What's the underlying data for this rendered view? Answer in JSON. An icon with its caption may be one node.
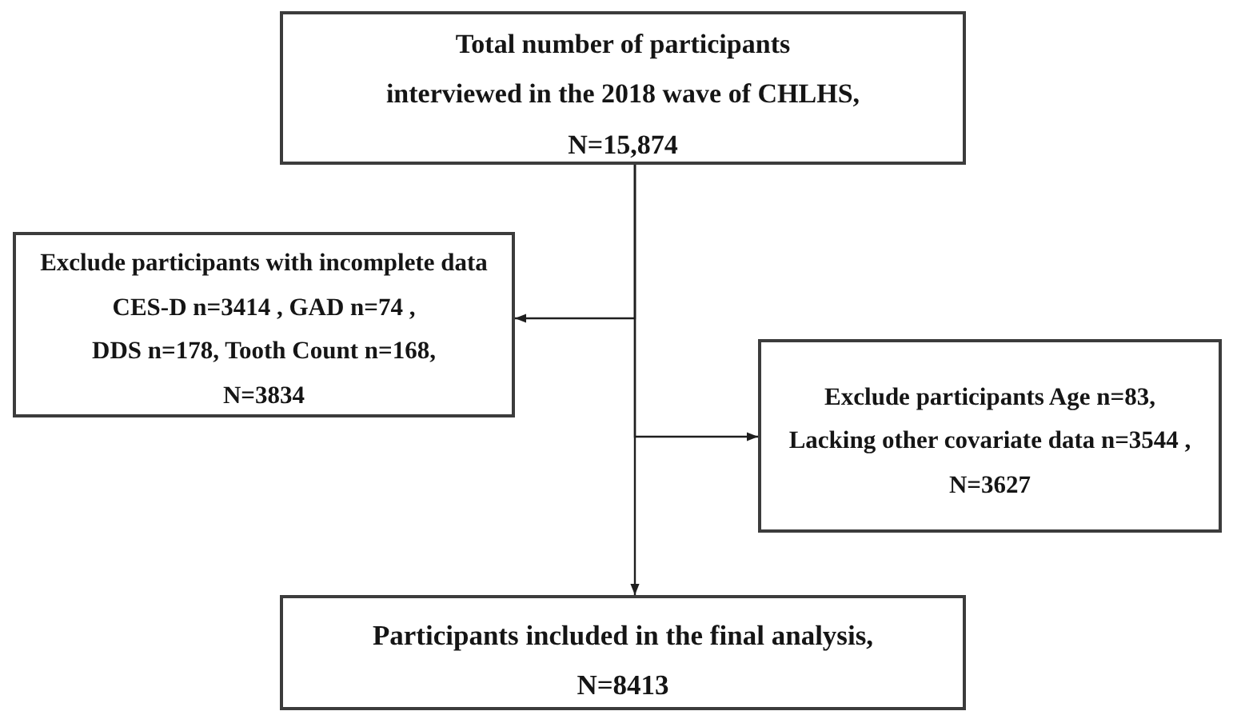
{
  "diagram": {
    "nodes": [
      {
        "text": [
          "Total number of participants",
          "interviewed in the 2018 wave of CHLHS,",
          "N=15,874"
        ]
      },
      {
        "text": [
          "Exclude participants with incomplete data",
          "CES-D n=3414 , GAD n=74 ,",
          "DDS n=178, Tooth Count n=168,",
          "N=3834"
        ]
      },
      {
        "text": [
          "Exclude participants Age n=83,",
          "Lacking other covariate data n=3544 ,",
          "N=3627"
        ]
      },
      {
        "text": [
          "Participants included in the final analysis,",
          "N=8413"
        ]
      }
    ],
    "edges": [
      {
        "from": 0,
        "to": 1,
        "arrow": "to"
      },
      {
        "from": 0,
        "to": 2,
        "arrow": "to"
      },
      {
        "from": 0,
        "to": 3,
        "arrow": "to"
      }
    ]
  }
}
